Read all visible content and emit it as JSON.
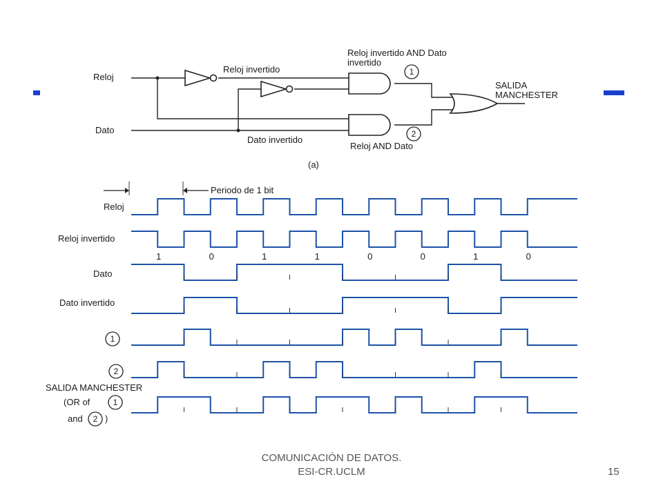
{
  "circuit": {
    "clock_label": "Reloj",
    "data_label": "Dato",
    "inv_clock_label": "Reloj invertido",
    "inv_data_label": "Dato invertido",
    "and1_label_line1": "Reloj invertido AND Dato",
    "and1_label_line2": "invertido",
    "and2_label": "Reloj AND Dato",
    "and1_number": "1",
    "and2_number": "2",
    "output_line1": "SALIDA",
    "output_line2": "MANCHESTER",
    "caption": "(a)"
  },
  "timing": {
    "period_label": "Periodo de 1 bit",
    "row_labels": {
      "clock": "Reloj",
      "inv_clock": "Reloj invertido",
      "data": "Dato",
      "inv_data": "Dato invertido",
      "and1": "1",
      "and2": "2",
      "out_line1": "SALIDA MANCHESTER",
      "out_line2_prefix": "(OR of",
      "out_circle1": "1",
      "out_line3_prefix": "and",
      "out_circle2": "2",
      "out_close": ")"
    },
    "bits": [
      "1",
      "0",
      "1",
      "1",
      "0",
      "0",
      "1",
      "0"
    ]
  },
  "footer": {
    "line1": "COMUNICACIÓN DE DATOS.",
    "line2": "ESI-CR.UCLM",
    "page_number": "15"
  },
  "colors": {
    "accent": "#1a3fcf",
    "wave": "#1c52a8"
  }
}
